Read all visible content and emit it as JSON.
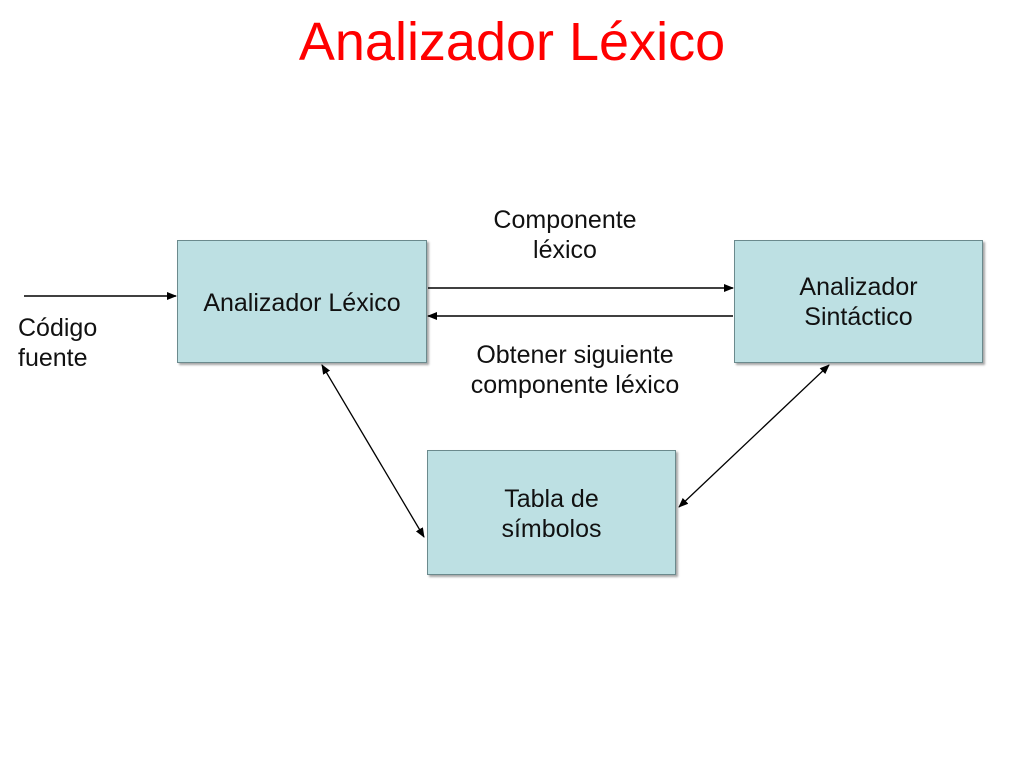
{
  "title": "Analizador Léxico",
  "nodes": {
    "lexer": "Analizador Léxico",
    "parser": "Analizador\nSintáctico",
    "symbol_table": "Tabla de\nsímbolos"
  },
  "edges": {
    "token": "Componente\nléxico",
    "next_token": "Obtener siguiente\ncomponente léxico",
    "source_code": "Código\nfuente"
  },
  "colors": {
    "title": "#ff0000",
    "box_fill": "#bde0e3",
    "line": "#000000"
  }
}
